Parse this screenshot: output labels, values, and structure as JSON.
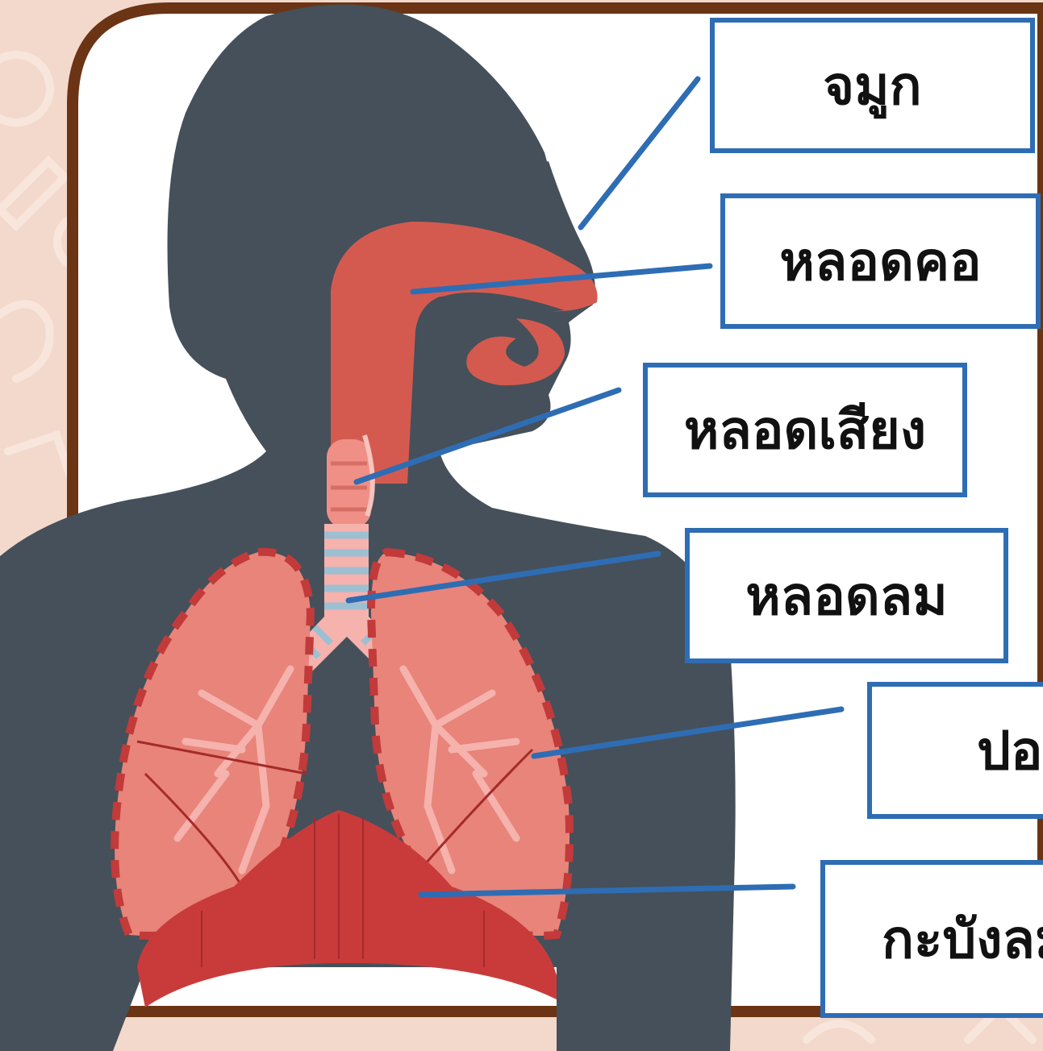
{
  "colors": {
    "background": "#f3d9cb",
    "frame_border": "#6b3414",
    "frame_fill": "#ffffff",
    "silhouette": "#45505a",
    "airway": "#d45a50",
    "lung": "#e8847a",
    "bronchi": "#f6b2ad",
    "diaphragm": "#c93b3b",
    "trachea_rings": "#9dbfd2",
    "leader_line": "#2e6db4",
    "label_border": "#2e6db4"
  },
  "diagram": {
    "subject": "human respiratory system",
    "labels": [
      {
        "id": "nose",
        "text": "จมูก"
      },
      {
        "id": "pharynx",
        "text": "หลอดคอ"
      },
      {
        "id": "larynx",
        "text": "หลอดเสียง"
      },
      {
        "id": "trachea",
        "text": "หลอดลม"
      },
      {
        "id": "lung",
        "text": "ปอด"
      },
      {
        "id": "diaphragm",
        "text": "กะบังลม"
      }
    ]
  }
}
